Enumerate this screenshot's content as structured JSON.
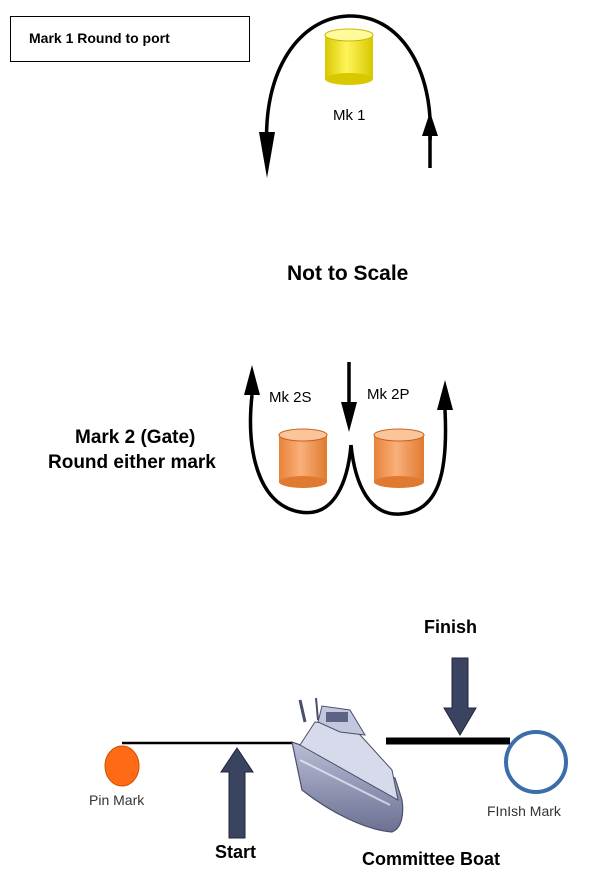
{
  "title_box": {
    "text": "Mark 1 Round to port"
  },
  "note": "Not to Scale",
  "mark1": {
    "label": "Mk 1",
    "color": "#f7e600"
  },
  "gate": {
    "title": "Mark 2 (Gate)",
    "subtitle": "Round either mark",
    "starboard": {
      "label": "Mk 2S",
      "color": "#f5934a"
    },
    "port": {
      "label": "Mk 2P",
      "color": "#f5934a"
    }
  },
  "start_line": {
    "pin_mark": {
      "label": "Pin Mark",
      "color": "#ff6a14"
    },
    "start_label": "Start",
    "committee_boat_label": "Committee Boat"
  },
  "finish_line": {
    "finish_label": "Finish",
    "finish_mark": {
      "label": "FInIsh Mark",
      "color": "#3b6ea8"
    }
  },
  "colors": {
    "arrow_block": "#3a4461",
    "line": "#000000"
  }
}
